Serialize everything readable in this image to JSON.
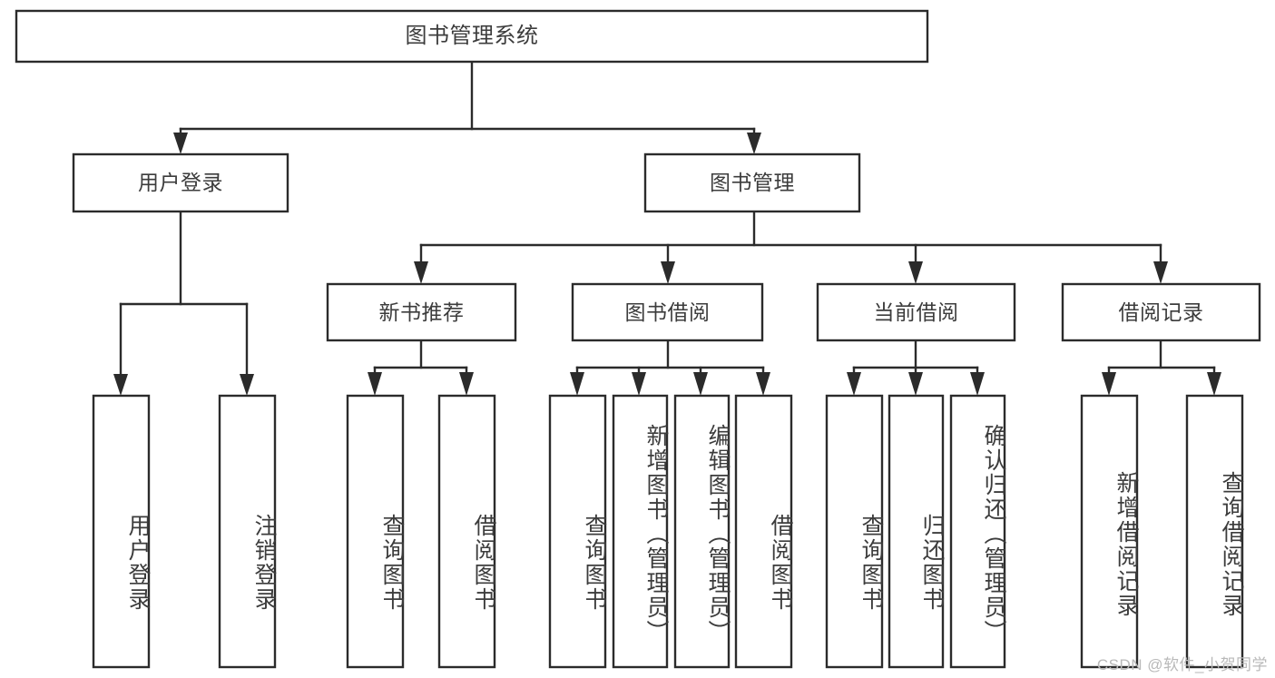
{
  "diagram": {
    "type": "tree-hierarchy",
    "title": "图书管理系统",
    "watermark": "CSDN @软件_小贺同学",
    "colors": {
      "background": "#ffffff",
      "box_stroke": "#2b2b2b",
      "box_fill": "#ffffff",
      "text": "#3c3c3c",
      "watermark": "#b9b9b9"
    },
    "levels": {
      "level1": [
        {
          "id": "root",
          "label": "图书管理系统",
          "orientation": "horizontal"
        }
      ],
      "level2": [
        {
          "id": "login",
          "label": "用户登录",
          "orientation": "horizontal"
        },
        {
          "id": "bookmgmt",
          "label": "图书管理",
          "orientation": "horizontal"
        }
      ],
      "level3": [
        {
          "id": "newbook",
          "label": "新书推荐",
          "orientation": "horizontal"
        },
        {
          "id": "borrow",
          "label": "图书借阅",
          "orientation": "horizontal"
        },
        {
          "id": "current",
          "label": "当前借阅",
          "orientation": "horizontal"
        },
        {
          "id": "records",
          "label": "借阅记录",
          "orientation": "horizontal"
        }
      ],
      "level4": [
        {
          "id": "leaf1",
          "label": "用户登录",
          "orientation": "vertical",
          "parent": "login"
        },
        {
          "id": "leaf2",
          "label": "注销登录",
          "orientation": "vertical",
          "parent": "login"
        },
        {
          "id": "leaf3",
          "label": "查询图书",
          "orientation": "vertical",
          "parent": "newbook"
        },
        {
          "id": "leaf4",
          "label": "借阅图书",
          "orientation": "vertical",
          "parent": "newbook"
        },
        {
          "id": "leaf5",
          "label": "查询图书",
          "orientation": "vertical",
          "parent": "borrow"
        },
        {
          "id": "leaf6",
          "label": "新增图书（管理员）",
          "orientation": "vertical",
          "parent": "borrow"
        },
        {
          "id": "leaf7",
          "label": "编辑图书（管理员）",
          "orientation": "vertical",
          "parent": "borrow"
        },
        {
          "id": "leaf8",
          "label": "借阅图书",
          "orientation": "vertical",
          "parent": "borrow"
        },
        {
          "id": "leaf9",
          "label": "查询图书",
          "orientation": "vertical",
          "parent": "current"
        },
        {
          "id": "leaf10",
          "label": "归还图书",
          "orientation": "vertical",
          "parent": "current"
        },
        {
          "id": "leaf11",
          "label": "确认归还（管理员）",
          "orientation": "vertical",
          "parent": "current"
        },
        {
          "id": "leaf12",
          "label": "新增借阅记录",
          "orientation": "vertical",
          "parent": "records"
        },
        {
          "id": "leaf13",
          "label": "查询借阅记录",
          "orientation": "vertical",
          "parent": "records"
        }
      ]
    }
  }
}
